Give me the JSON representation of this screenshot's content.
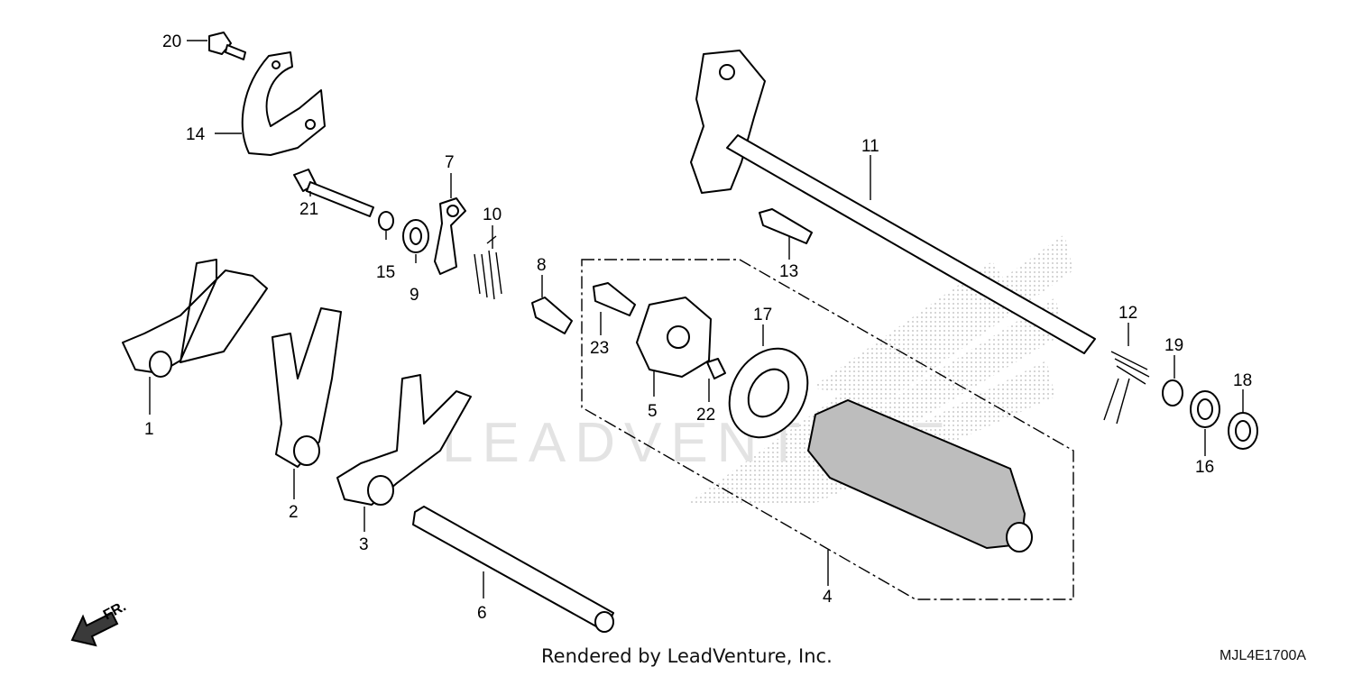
{
  "watermark": "LEADVENTURE",
  "footer": {
    "credit": "Rendered by LeadVenture, Inc.",
    "diagram_code": "MJL4E1700A"
  },
  "front_indicator": "FR.",
  "callouts": {
    "c1": "1",
    "c2": "2",
    "c3": "3",
    "c4": "4",
    "c5": "5",
    "c6": "6",
    "c7": "7",
    "c8": "8",
    "c9": "9",
    "c10": "10",
    "c11": "11",
    "c12": "12",
    "c13": "13",
    "c14": "14",
    "c15": "15",
    "c16": "16",
    "c17": "17",
    "c18": "18",
    "c19": "19",
    "c20": "20",
    "c21": "21",
    "c22": "22",
    "c23": "23"
  },
  "icons": {
    "front_arrow": "arrow-down-left-icon",
    "watermark_logo": "wing-logo-icon"
  }
}
